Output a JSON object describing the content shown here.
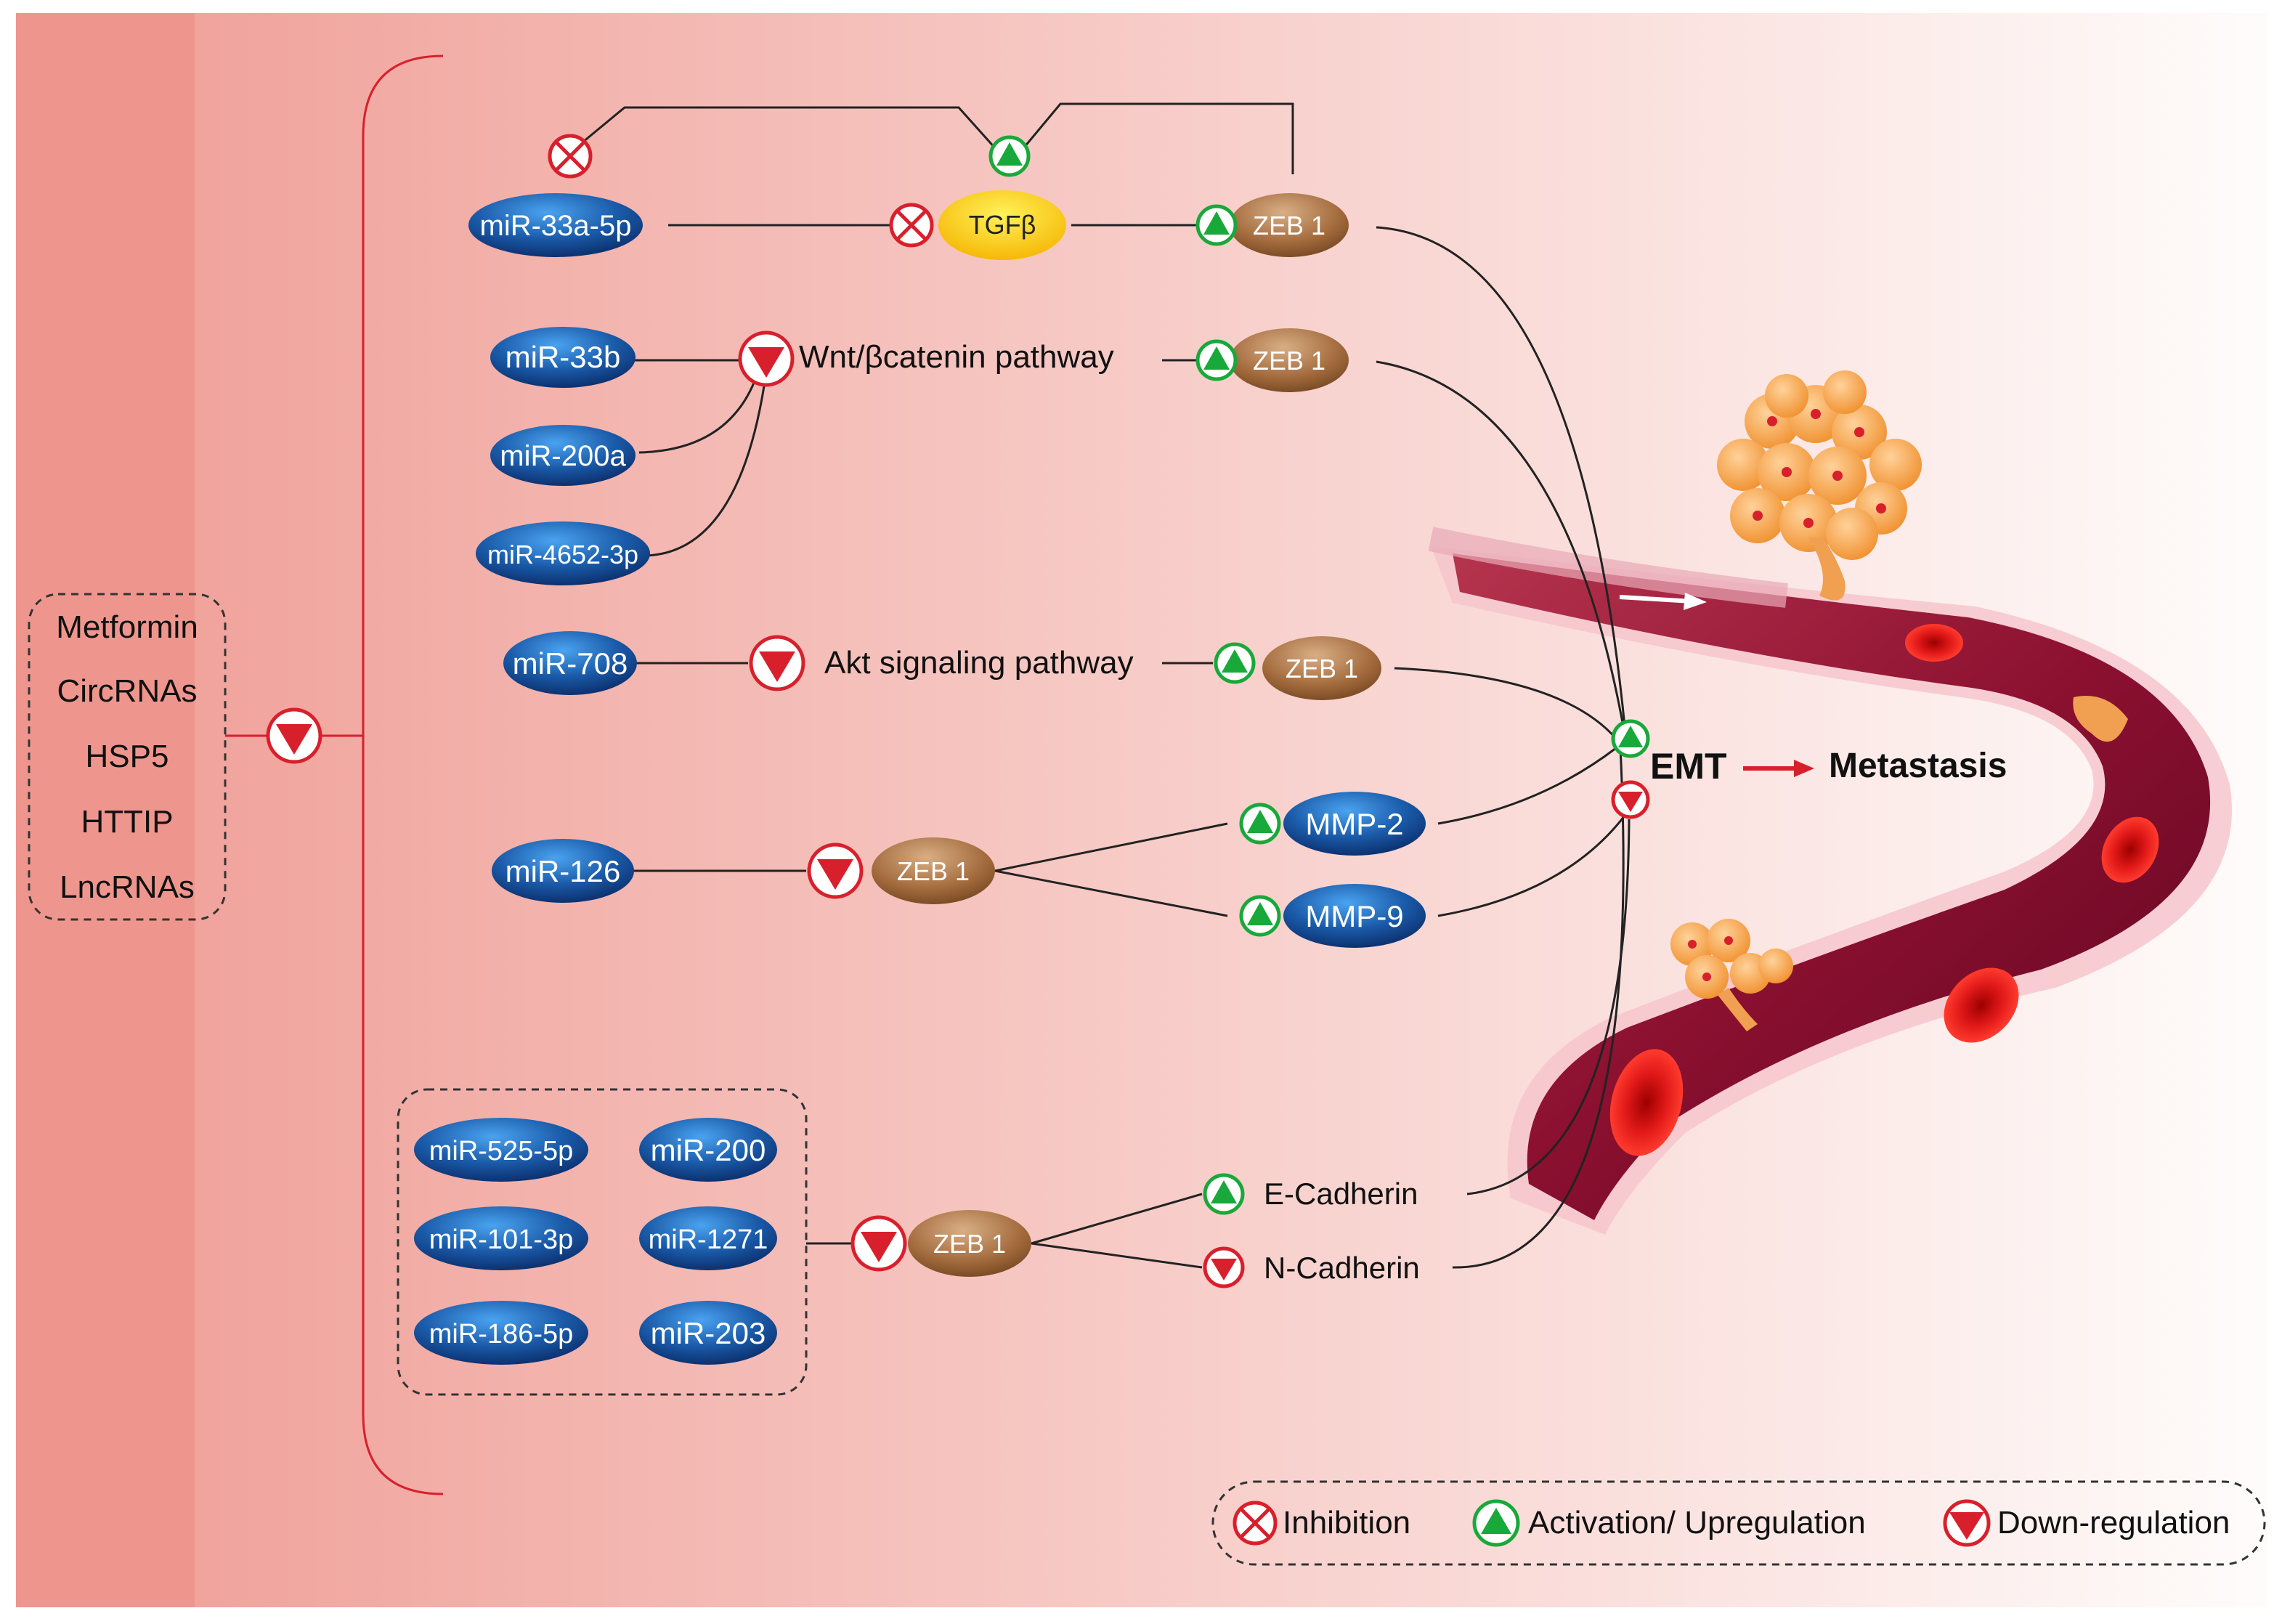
{
  "sources": [
    "Metformin",
    "CircRNAs",
    "HSP5",
    "HTTIP",
    "LncRNAs"
  ],
  "branch1": {
    "mirna": "miR-33a-5p",
    "mediator": "TGFβ",
    "target": "ZEB 1"
  },
  "branch2": {
    "mirnas": [
      "miR-33b",
      "miR-200a",
      "miR-4652-3p"
    ],
    "pathway": "Wnt/βcatenin pathway",
    "target": "ZEB 1"
  },
  "branch3": {
    "mirna": "miR-708",
    "pathway": "Akt signaling pathway",
    "target": "ZEB 1"
  },
  "branch4": {
    "mirna": "miR-126",
    "target": "ZEB 1",
    "effectors": [
      "MMP-2",
      "MMP-9"
    ]
  },
  "branch5": {
    "mirnas": [
      "miR-525-5p",
      "miR-200",
      "miR-101-3p",
      "miR-1271",
      "miR-186-5p",
      "miR-203"
    ],
    "target": "ZEB 1",
    "markers": [
      "E-Cadherin",
      "N-Cadherin"
    ]
  },
  "outcome": {
    "emt": "EMT",
    "metastasis": "Metastasis"
  },
  "legend": {
    "inhibition": "Inhibition",
    "activation": "Activation/ Upregulation",
    "downregulation": "Down-regulation"
  },
  "colors": {
    "mirna": "#1a5aa8",
    "zeb": "#a26a3c",
    "tgf": "#ffd20a",
    "activation": "#19a83a",
    "downregulation": "#d8202c",
    "inhibition": "#d8202c",
    "vessel": "#9c1631"
  }
}
